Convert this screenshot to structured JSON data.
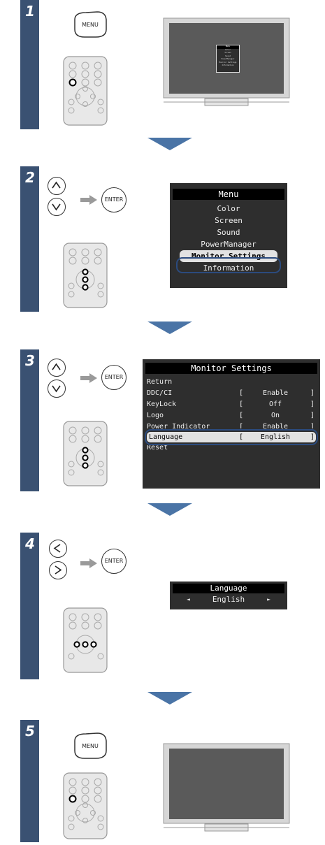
{
  "steps": [
    {
      "number": "1",
      "button_label": "MENU"
    },
    {
      "number": "2",
      "enter_label": "ENTER"
    },
    {
      "number": "3",
      "enter_label": "ENTER"
    },
    {
      "number": "4",
      "enter_label": "ENTER"
    },
    {
      "number": "5",
      "button_label": "MENU"
    }
  ],
  "main_menu": {
    "title": "Menu",
    "items": [
      "Color",
      "Screen",
      "Sound",
      "PowerManager",
      "Monitor Settings",
      "Information"
    ],
    "selected": "Monitor Settings"
  },
  "monitor_settings": {
    "title": "Monitor Settings",
    "rows": [
      {
        "label": "Return",
        "value": ""
      },
      {
        "label": "DDC/CI",
        "value": "Enable"
      },
      {
        "label": "KeyLock",
        "value": "Off"
      },
      {
        "label": "Logo",
        "value": "On"
      },
      {
        "label": "Power Indicator",
        "value": "Enable"
      },
      {
        "label": "Language",
        "value": "English"
      },
      {
        "label": "Reset",
        "value": ""
      }
    ],
    "open_bracket": "[",
    "close_bracket": "]",
    "selected": "Language"
  },
  "language_osd": {
    "title": "Language",
    "value": "English",
    "left_arrow": "◄",
    "right_arrow": "►"
  },
  "colors": {
    "step_bar": "#3a5172",
    "flow_arrow": "#4a74a6",
    "highlight": "#2b4b7e",
    "osd_bg": "#2e2e2e"
  }
}
